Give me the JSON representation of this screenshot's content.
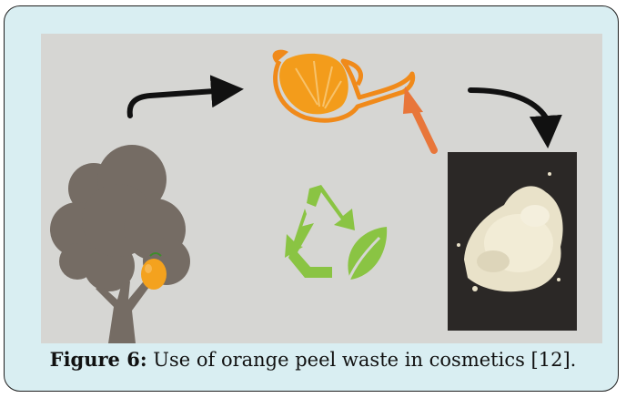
{
  "caption": {
    "label": "Figure 6:",
    "text": " Use of orange peel waste in cosmetics [12]."
  },
  "colors": {
    "frame_bg": "#d9eef2",
    "panel_bg": "#d6d6d3",
    "tree": "#756c64",
    "orange": "#f4a21e",
    "recycle": "#8ac443",
    "arrow_black": "#111111",
    "arrow_orange": "#e8763a",
    "powder_bg": "#2b2826",
    "powder": "#e9e2c9"
  },
  "icons": [
    "tree-icon",
    "orange-fruit-icon",
    "orange-peel-icon",
    "recycle-leaf-icon",
    "powder-image",
    "flow-arrow"
  ]
}
